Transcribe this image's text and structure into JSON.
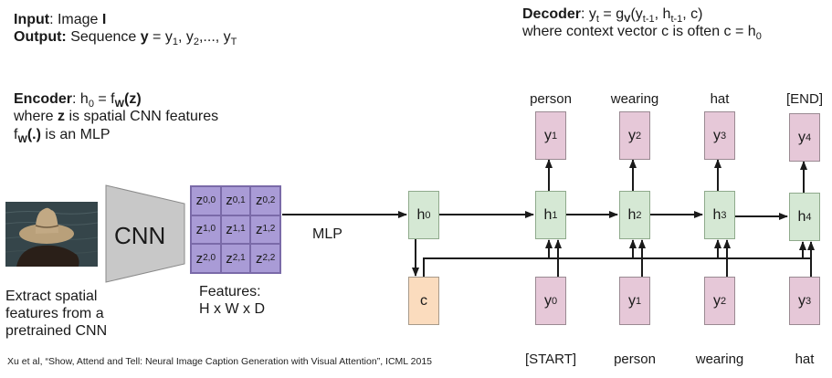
{
  "header": {
    "input_label": "Input",
    "input_text": ": Image ",
    "input_var": "I",
    "output_label": "Output:",
    "output_text": " Sequence ",
    "output_var": "y",
    "output_eq": " = y",
    "output_sub1": "1",
    "output_mid": ", y",
    "output_sub2": "2",
    "output_dots": ",..., y",
    "output_subT": "T"
  },
  "decoder": {
    "label": "Decoder",
    "eq_a": ": y",
    "eq_sub_t": "t",
    "eq_b": " = g",
    "eq_sub_v": "V",
    "eq_c": "(y",
    "eq_sub_t1": "t-1",
    "eq_d": ", h",
    "eq_sub_t1b": "t-1",
    "eq_e": ", c)",
    "line2": "where context vector c is often c = h",
    "line2_sub": "0"
  },
  "encoder": {
    "label": "Encoder",
    "eq_a": ": h",
    "eq_sub0": "0",
    "eq_b": " = f",
    "eq_subW": "W",
    "eq_c": "(",
    "eq_z": "z",
    "eq_d": ")",
    "line2_a": "where ",
    "line2_z": "z",
    "line2_b": " is spatial CNN features",
    "line3_f": "f",
    "line3_sub": "W",
    "line3_paren": "(.)",
    "line3_rest": " is an MLP"
  },
  "cnn": {
    "label": "CNN"
  },
  "features": {
    "cells": [
      "0,0",
      "0,1",
      "0,2",
      "1,0",
      "1,1",
      "1,2",
      "2,0",
      "2,1",
      "2,2"
    ],
    "cell_var": "z",
    "caption_line1": "Features:",
    "caption_line2": "H x W x D"
  },
  "extract_caption": [
    "Extract spatial",
    "features from a",
    "pretrained CNN"
  ],
  "mlp_label": "MLP",
  "hidden": [
    {
      "var": "h",
      "sub": "0"
    },
    {
      "var": "h",
      "sub": "1"
    },
    {
      "var": "h",
      "sub": "2"
    },
    {
      "var": "h",
      "sub": "3"
    },
    {
      "var": "h",
      "sub": "4"
    }
  ],
  "context": {
    "var": "c"
  },
  "outputs": [
    {
      "var": "y",
      "sub": "1",
      "word": "person"
    },
    {
      "var": "y",
      "sub": "2",
      "word": "wearing"
    },
    {
      "var": "y",
      "sub": "3",
      "word": "hat"
    },
    {
      "var": "y",
      "sub": "4",
      "word": "[END]"
    }
  ],
  "inputs": [
    {
      "var": "y",
      "sub": "0",
      "word": "[START]"
    },
    {
      "var": "y",
      "sub": "1",
      "word": "person"
    },
    {
      "var": "y",
      "sub": "2",
      "word": "wearing"
    },
    {
      "var": "y",
      "sub": "3",
      "word": "hat"
    }
  ],
  "citation": "Xu et al, “Show, Attend and Tell: Neural Image Caption Generation with Visual Attention”, ICML 2015",
  "colors": {
    "hidden": "#d5e8d4",
    "token": "#e6c8d8",
    "context": "#fbdcbe",
    "features": "#a99bd6",
    "cnn": "#c8c8c8"
  }
}
